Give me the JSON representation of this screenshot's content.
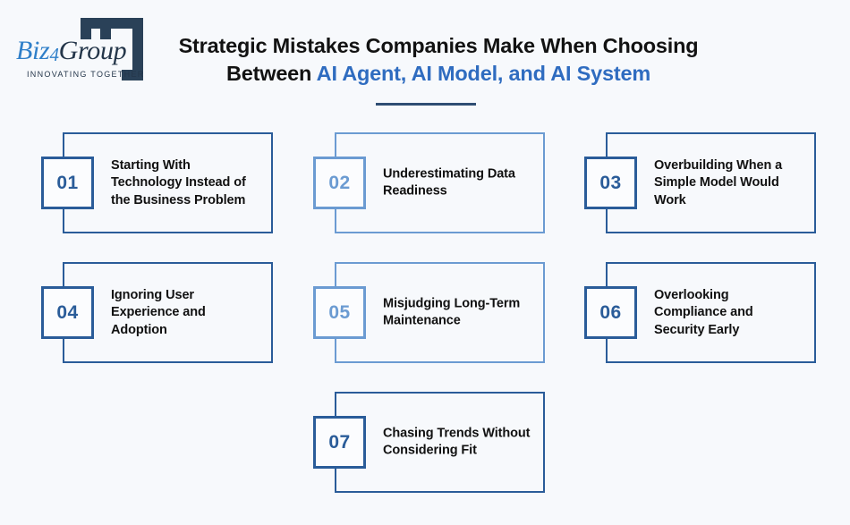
{
  "background_color": "#f7f9fc",
  "header": {
    "logo": {
      "name": "biz4group-logo",
      "word_biz": "Biz",
      "word_four": "4",
      "word_group": "Group",
      "tagline": "INNOVATING TOGETHER",
      "biz_color": "#2f7fc9",
      "group_color": "#24364a",
      "bracket_color": "#2a4158"
    },
    "title": {
      "line1": "Strategic Mistakes Companies Make When Choosing",
      "line2_prefix": "Between ",
      "line2_accent": "AI Agent, AI Model, and AI System",
      "base_color": "#121212",
      "accent_color": "#2f6cc0"
    },
    "divider_color": "#2f4e73"
  },
  "colors": {
    "dark_blue": "#2a5c99",
    "light_blue": "#6b9bd2"
  },
  "cards": [
    {
      "number": "01",
      "text": "Starting With Technology Instead of the Business Problem",
      "tone": "dark"
    },
    {
      "number": "02",
      "text": "Underestimating Data Readiness",
      "tone": "light"
    },
    {
      "number": "03",
      "text": "Overbuilding When a Simple Model Would Work",
      "tone": "dark"
    },
    {
      "number": "04",
      "text": "Ignoring User Experience and Adoption",
      "tone": "dark"
    },
    {
      "number": "05",
      "text": "Misjudging Long-Term Maintenance",
      "tone": "light"
    },
    {
      "number": "06",
      "text": "Overlooking Compliance and Security Early",
      "tone": "dark"
    },
    {
      "number": "07",
      "text": "Chasing Trends Without Considering Fit",
      "tone": "dark"
    }
  ]
}
